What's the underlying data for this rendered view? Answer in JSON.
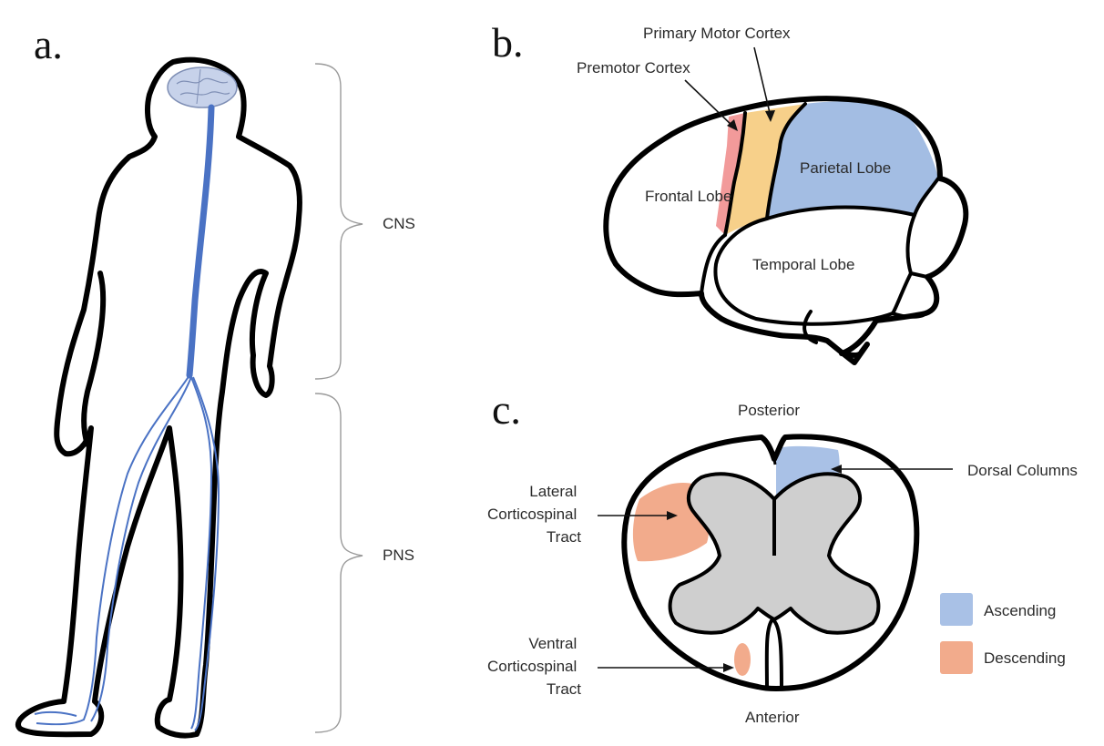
{
  "panels": {
    "a": {
      "letter": "a.",
      "cns_label": "CNS",
      "pns_label": "PNS"
    },
    "b": {
      "letter": "b.",
      "labels": {
        "primary_motor_cortex": "Primary Motor Cortex",
        "premotor_cortex": "Premotor Cortex",
        "parietal_lobe": "Parietal Lobe",
        "frontal_lobe": "Frontal Lobe",
        "temporal_lobe": "Temporal Lobe"
      }
    },
    "c": {
      "letter": "c.",
      "labels": {
        "posterior": "Posterior",
        "anterior": "Anterior",
        "dorsal_columns": "Dorsal Columns",
        "lateral_tract": [
          "Lateral",
          "Corticospinal",
          "Tract"
        ],
        "ventral_tract": [
          "Ventral",
          "Corticospinal",
          "Tract"
        ]
      },
      "legend": [
        {
          "label": "Ascending",
          "color": "#a9c1e6"
        },
        {
          "label": "Descending",
          "color": "#f2ab8c"
        }
      ]
    }
  },
  "colors": {
    "spinal_cord_blue": "#4a72c4",
    "premotor": "#f29a9a",
    "primary_motor": "#f7d08a",
    "parietal": "#a3bde3",
    "gray_matter": "#cfcfcf",
    "brain_icon": "#c7d2ea"
  }
}
